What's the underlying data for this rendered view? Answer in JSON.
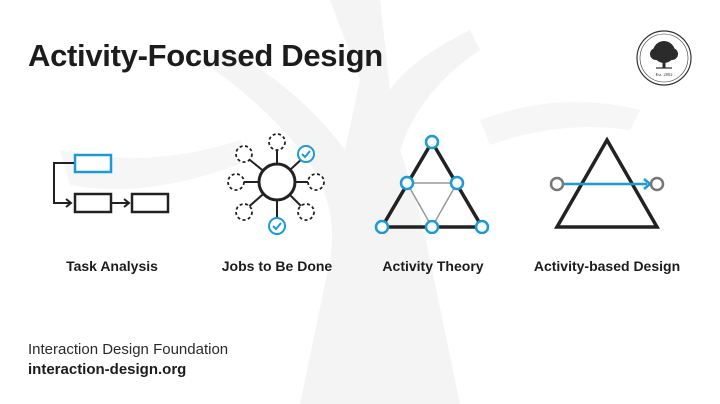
{
  "slide": {
    "title": "Activity-Focused Design",
    "logo": {
      "icon": "tree-seal-icon",
      "text": "Est. 2002"
    }
  },
  "cards": [
    {
      "caption": "Task Analysis",
      "icon": "task-analysis-icon"
    },
    {
      "caption": "Jobs to Be Done",
      "icon": "jobs-to-be-done-icon"
    },
    {
      "caption": "Activity Theory",
      "icon": "activity-theory-icon"
    },
    {
      "caption": "Activity-based Design",
      "icon": "activity-based-design-icon"
    }
  ],
  "footer": {
    "organization": "Interaction Design Foundation",
    "url": "interaction-design.org"
  },
  "colors": {
    "accent": "#1c9ad6",
    "ink": "#1c1c1c",
    "watermark": "#f3f3f3"
  }
}
